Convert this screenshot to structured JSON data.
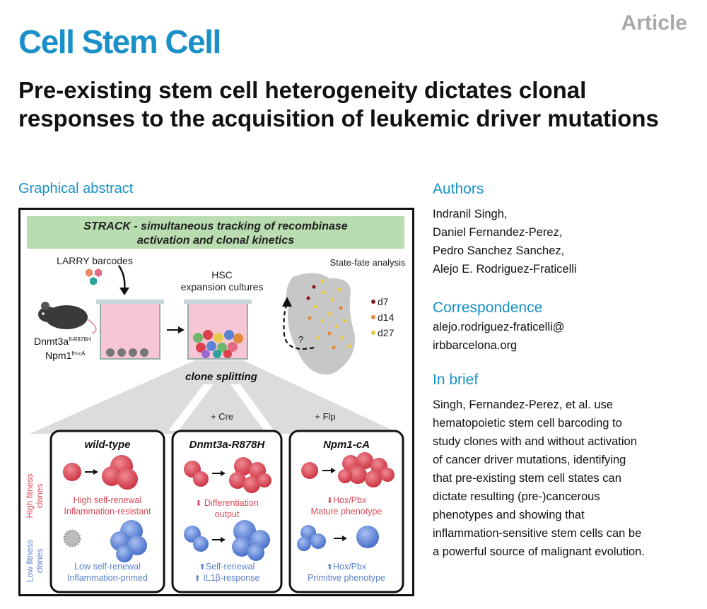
{
  "header": {
    "journal": "Cell Stem Cell",
    "article_type": "Article"
  },
  "paper": {
    "title": "Pre-existing stem cell heterogeneity dictates clonal responses to the acquisition of leukemic driver mutations"
  },
  "graphical_abstract": {
    "label": "Graphical abstract",
    "banner_line1": "STRACK - simultaneous tracking of recombinase",
    "banner_line2": "activation and clonal kinetics",
    "larry": "LARRY barcodes",
    "hsc_line1": "HSC",
    "hsc_line2": "expansion cultures",
    "state_fate": "State-fate analysis",
    "mouse_gene1": "Dnmt3a",
    "mouse_gene1_sup": "fl-R878H",
    "mouse_gene2": "Npm1",
    "mouse_gene2_sup": "frt-cA",
    "question": "?",
    "legend": [
      "d7",
      "d14",
      "d27"
    ],
    "legend_colors": [
      "#8b1a1a",
      "#e08a3a",
      "#e6c84a"
    ],
    "clone_splitting": "clone splitting",
    "cre": "+ Cre",
    "flp": "+ Flp",
    "high_label": "High fitness clones",
    "high_l1": "High fitness",
    "high_l2": "clones",
    "low_l1": "Low fitness",
    "low_l2": "clones",
    "panels": [
      {
        "title": "wild-type",
        "top1": "High self-renewal",
        "top2": "Inflammation-resistant",
        "bot1": "Low self-renewal",
        "bot2": "Inflammation-primed"
      },
      {
        "title": "Dnmt3a-R878H",
        "top1": "Differentiation",
        "top2": "output",
        "bot1": "Self-renewal",
        "bot2": "IL1β-response"
      },
      {
        "title": "Npm1-cA",
        "top1": "Hox/Pbx",
        "top2": "Mature phenotype",
        "bot1": "Hox/Pbx",
        "bot2": "Primitive phenotype"
      }
    ],
    "colors": {
      "banner": "#b9dcb0",
      "red": "#d9414d",
      "blue": "#5b84d4",
      "pink": "#f6c6d5",
      "red_text": "#d94a58",
      "blue_text": "#5a80c8"
    }
  },
  "authors": {
    "heading": "Authors",
    "names": [
      "Indranil Singh,",
      "Daniel Fernandez-Perez,",
      "Pedro Sanchez Sanchez,",
      "Alejo E. Rodriguez-Fraticelli"
    ]
  },
  "correspondence": {
    "heading": "Correspondence",
    "lines": [
      "alejo.rodriguez-fraticelli@",
      "irbbarcelona.org"
    ]
  },
  "in_brief": {
    "heading": "In brief",
    "lines": [
      "Singh, Fernandez-Perez, et al. use",
      "hematopoietic stem cell barcoding to",
      "study clones with and without activation",
      "of cancer driver mutations, identifying",
      "that pre-existing stem cell states can",
      "dictate resulting (pre-)cancerous",
      "phenotypes and showing that",
      "inflammation-sensitive stem cells can be",
      "a powerful source of malignant evolution."
    ]
  }
}
